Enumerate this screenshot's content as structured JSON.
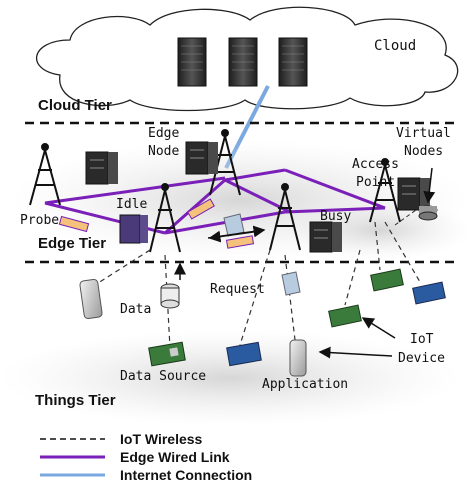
{
  "tiers": {
    "cloud_tier": "Cloud Tier",
    "edge_tier": "Edge Tier",
    "things_tier": "Things Tier"
  },
  "labels": {
    "cloud": "Cloud",
    "edge_node": "Edge\nNode",
    "virtual_nodes": "Virtual\nNodes",
    "access_point": "Access\nPoint",
    "probe": "Probe",
    "idle": "Idle",
    "busy": "Busy",
    "data": "Data",
    "request": "Request",
    "iot_device": "IoT\nDevice",
    "data_source": "Data Source",
    "application": "Application"
  },
  "legend": [
    {
      "label": "IoT Wireless",
      "style": "dashed",
      "color": "#333333"
    },
    {
      "label": "Edge Wired Link",
      "style": "solid",
      "color": "#7a1fb8"
    },
    {
      "label": "Internet Connection",
      "style": "solid",
      "color": "#7aa8e0"
    }
  ],
  "colors": {
    "edge_wired": "#7a1fb8",
    "internet": "#7aa8e0",
    "wireless": "#333333",
    "tier_divider": "#111111",
    "cloud_fill": "#ffffff",
    "cloud_stroke": "#222222"
  }
}
